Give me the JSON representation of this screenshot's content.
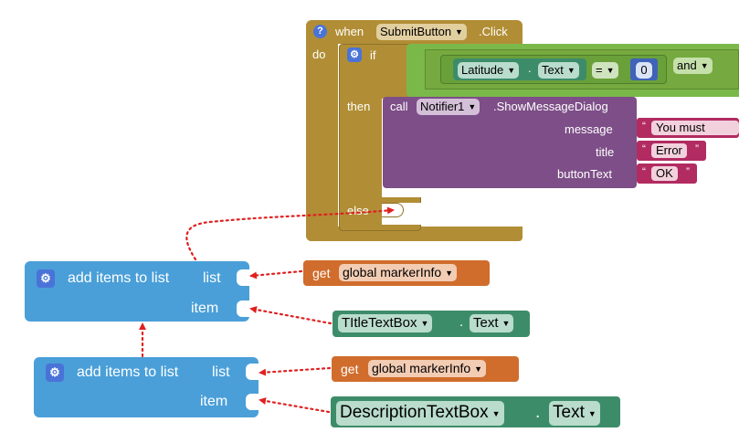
{
  "event_block": {
    "help_icon": "?",
    "when_label": "when",
    "component": "SubmitButton",
    "event": ".Click",
    "do_label": "do",
    "if_label": "if",
    "then_label": "then",
    "else_label": "else",
    "condition": {
      "component": "Latitude",
      "dot": ".",
      "property": "Text",
      "operator": "=",
      "value": "0",
      "logic_op": "and"
    },
    "call": {
      "call_label": "call",
      "component": "Notifier1",
      "method": ".ShowMessageDialog",
      "args": [
        {
          "label": "message",
          "value": "You must"
        },
        {
          "label": "title",
          "value": "Error"
        },
        {
          "label": "buttonText",
          "value": "OK"
        }
      ]
    }
  },
  "add_block_1": {
    "label": "add items to list",
    "list_label": "list",
    "item_label": "item",
    "list_value": {
      "get_label": "get",
      "variable": "global markerInfo"
    },
    "item_value": {
      "component": "TItleTextBox",
      "dot": ".",
      "property": "Text"
    }
  },
  "add_block_2": {
    "label": "add items to list",
    "list_label": "list",
    "item_label": "item",
    "list_value": {
      "get_label": "get",
      "variable": "global markerInfo"
    },
    "item_value": {
      "component": "DescriptionTextBox",
      "dot": ".",
      "property": "Text"
    }
  },
  "colors": {
    "control": "#b18e35",
    "if_green": "#7ab84a",
    "logic_green": "#76a93f",
    "component_green": "#3d8c69",
    "notifier_purple": "#7d4e87",
    "text_pink": "#b22b61",
    "list_blue": "#4a9fd8",
    "variable_orange": "#d06d2c",
    "connector_red": "#e02020"
  }
}
